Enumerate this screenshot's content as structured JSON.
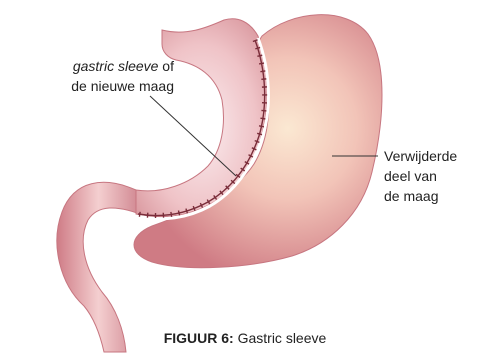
{
  "labels": {
    "sleeve_italic": "gastric sleeve",
    "sleeve_of": " of",
    "sleeve_line2": "de nieuwe maag",
    "removed_line1": "Verwijderde",
    "removed_line2": "deel van",
    "removed_line3": "de maag"
  },
  "caption": {
    "figure_number": "FIGUUR 6:",
    "title": " Gastric sleeve"
  },
  "colors": {
    "tissue_outer": "#d98b91",
    "tissue_light": "#f6d6d4",
    "tissue_center": "#fbe6cf",
    "sleeve": "#e9b7bb",
    "staple_line": "#7a2d3a",
    "leader_line": "#333333"
  }
}
